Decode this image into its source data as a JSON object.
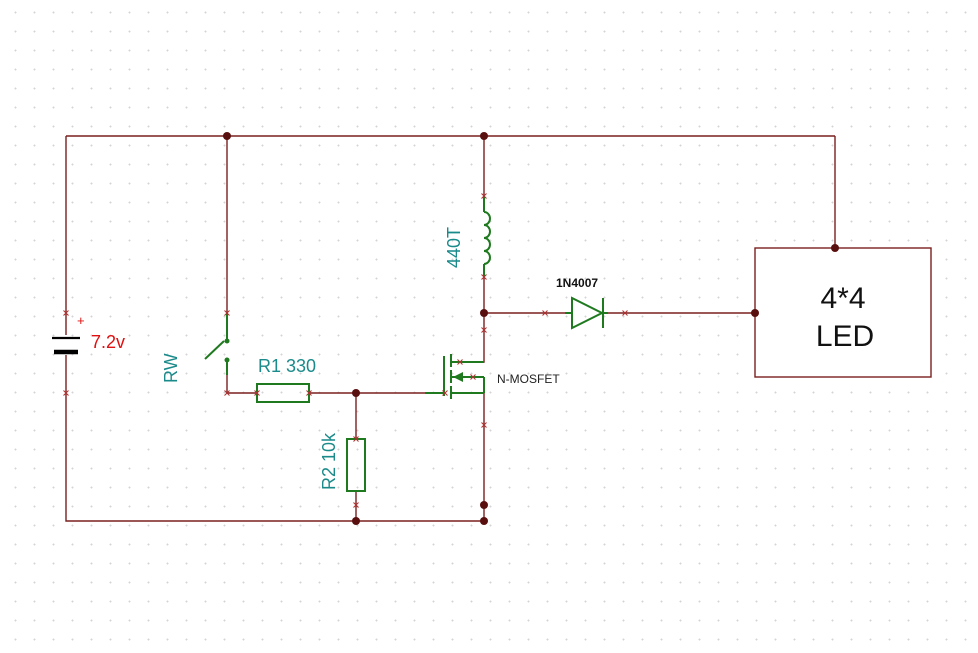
{
  "battery": {
    "voltage_label": "7.2v",
    "polarity": "+"
  },
  "switch": {
    "label": "RW"
  },
  "resistor1": {
    "label": "R1 330"
  },
  "resistor2": {
    "label": "R2 10k"
  },
  "inductor": {
    "label": "440T"
  },
  "diode": {
    "label": "1N4007"
  },
  "transistor": {
    "label": "N-MOSFET"
  },
  "load": {
    "line1": "4*4",
    "line2": "LED"
  },
  "colors": {
    "wire": "#7a1f1f",
    "component": "#1f7a1f",
    "component_label": "#1a8a8a",
    "voltage_label": "#e01010",
    "junction": "#5a0f0f"
  }
}
